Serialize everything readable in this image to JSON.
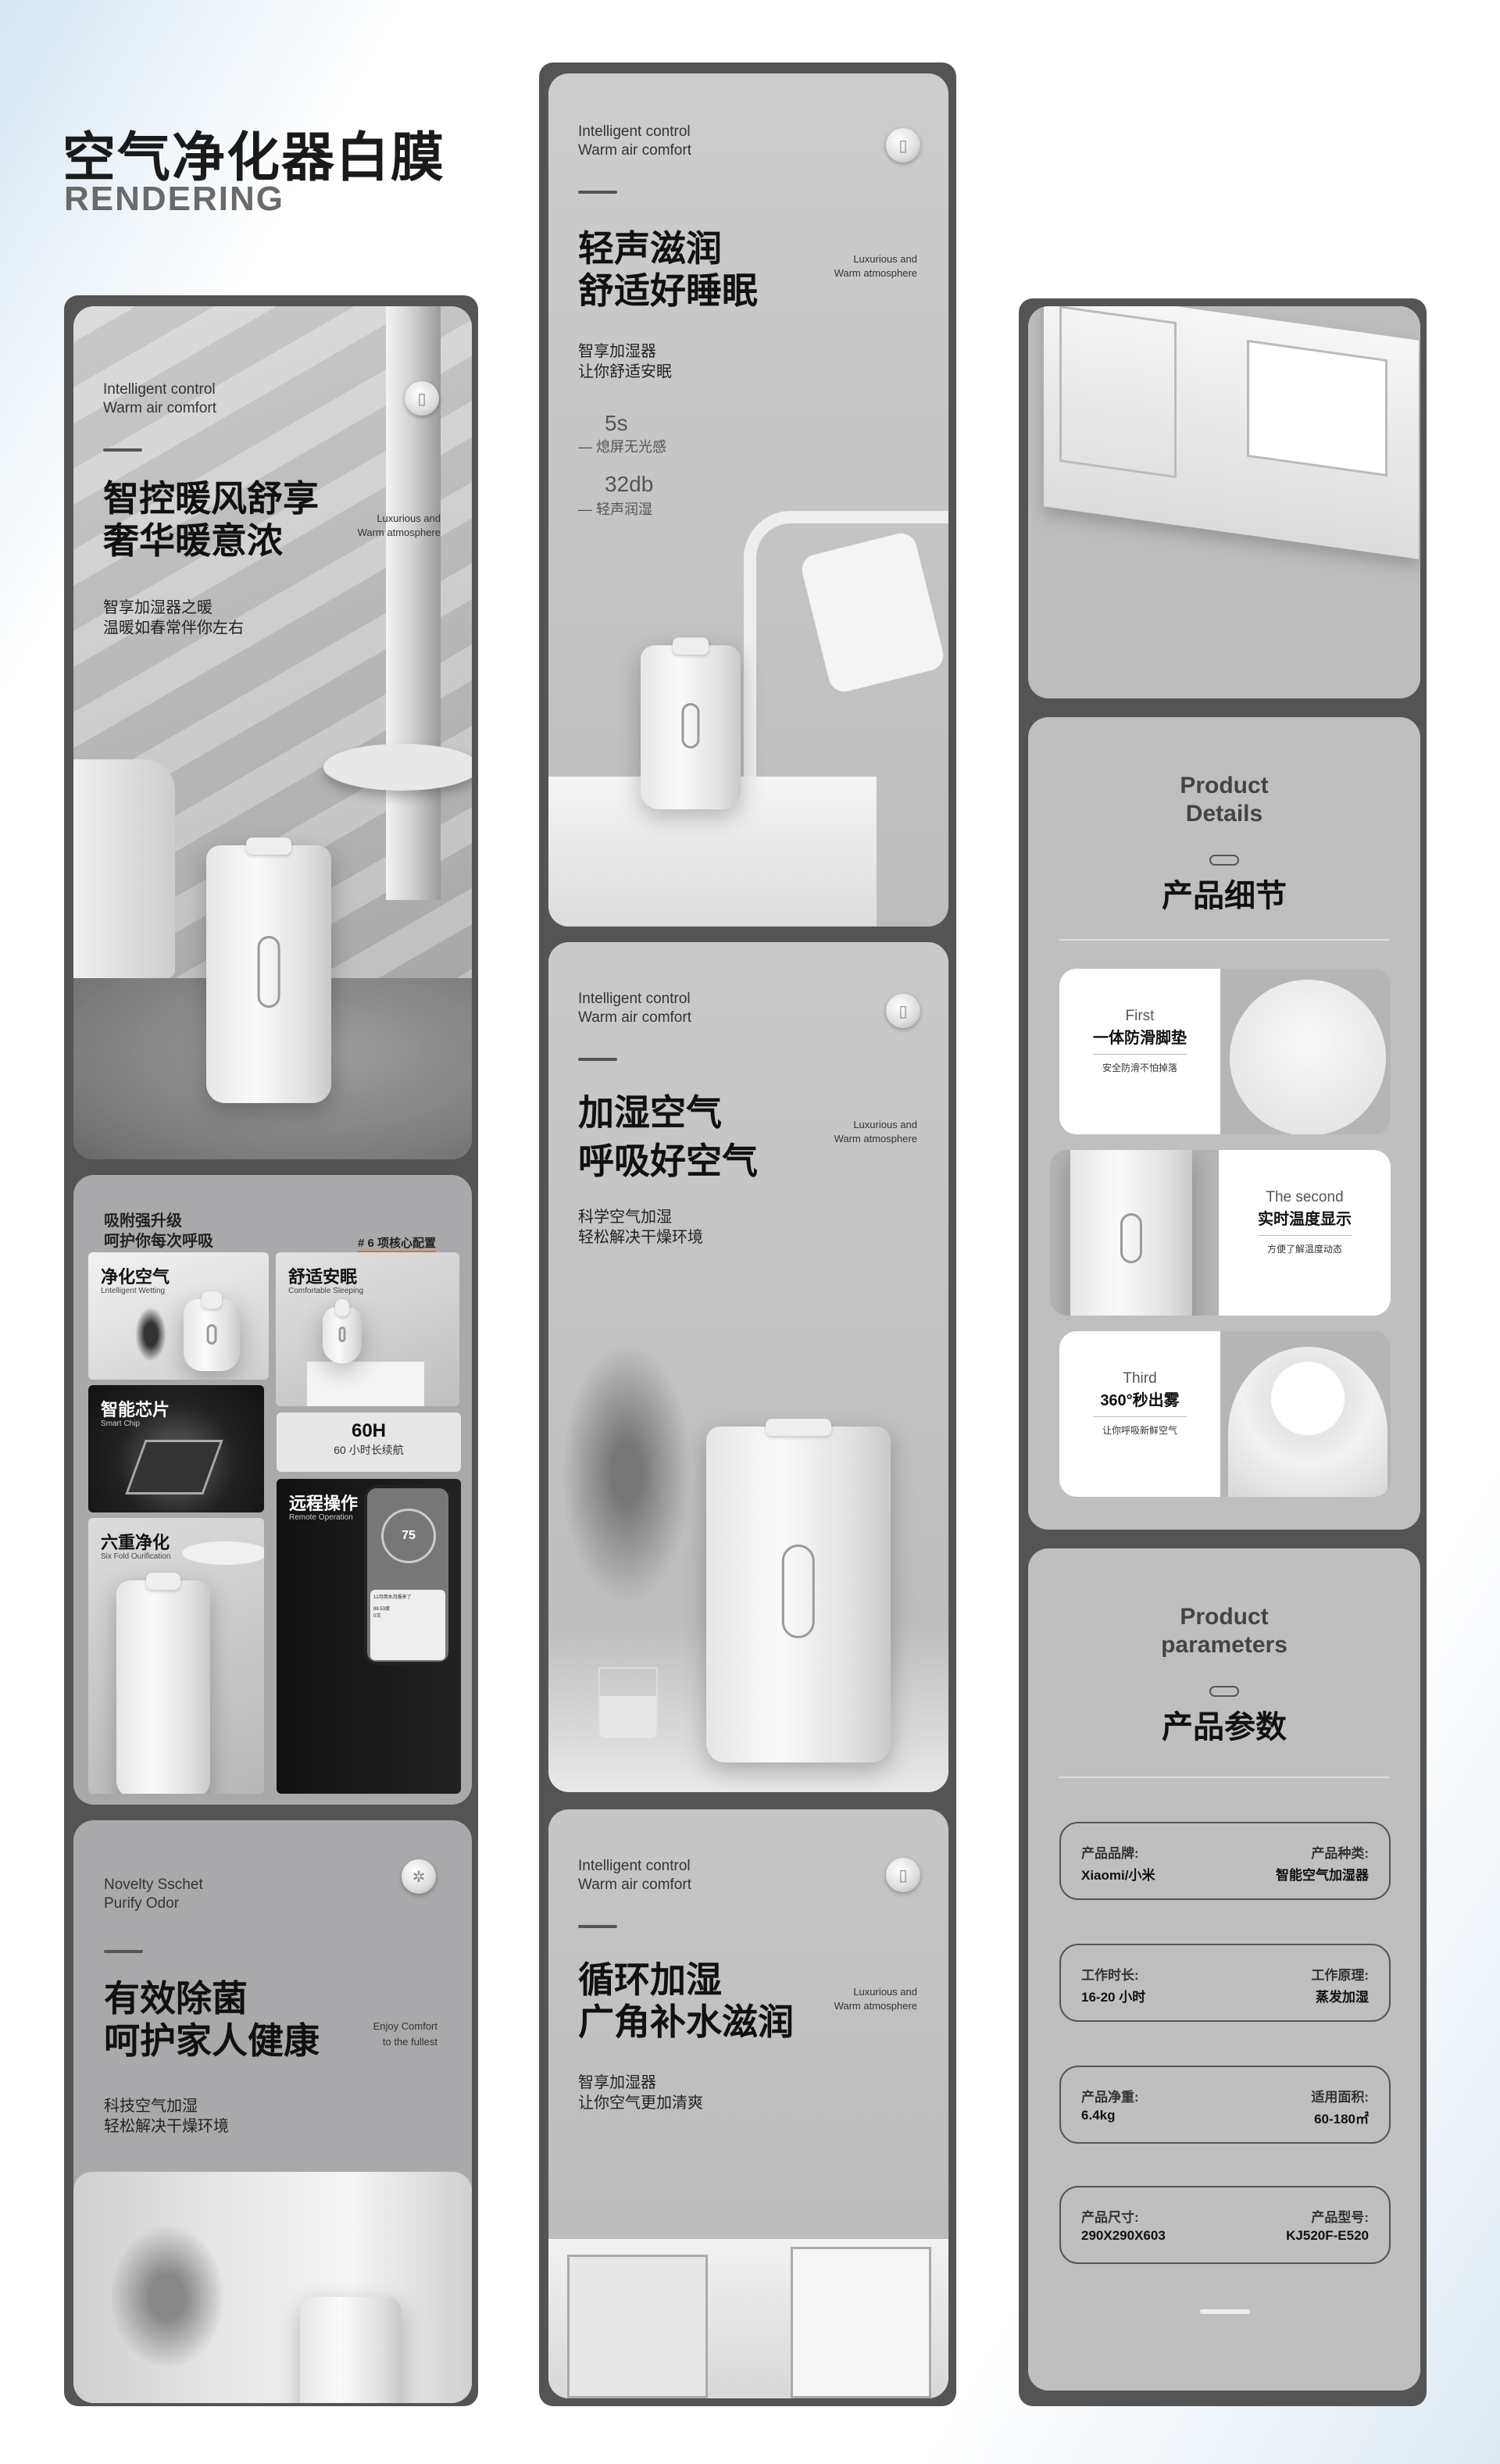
{
  "header": {
    "title": "空气净化器白膜",
    "subtitle": "RENDERING"
  },
  "left": {
    "hero": {
      "en1": "Intelligent  control",
      "en2": "Warm air comfort",
      "title1": "智控暖风舒享",
      "title2": "奢华暖意浓",
      "sub1": "智享加湿器之暖",
      "sub2": "温暖如春常伴你左右",
      "lux1": "Luxurious and",
      "lux2": "Warm atmosphere",
      "icon": "humidifier-badge-icon"
    },
    "grid": {
      "head1": "吸附强升级",
      "head2": "呵护你每次呼吸",
      "tag": "# 6 项核心配置",
      "tag_color": "#c87a3a",
      "tiles": [
        {
          "cn": "净化空气",
          "en": "Lntelligent Wetting"
        },
        {
          "cn": "舒适安眠",
          "en": "Comfortable Sleeping"
        },
        {
          "cn": "智能芯片",
          "en": "Smart Chip"
        },
        {
          "cn": "60H",
          "en": "60 小时长续航"
        },
        {
          "cn": "远程操作",
          "en": "Remote Operation"
        },
        {
          "cn": "六重净化",
          "en": "Six Fold Ourification"
        }
      ],
      "phone": {
        "temp": "75",
        "notice": "12月用水月报来了",
        "usage": "88.53度",
        "count": "0次"
      }
    },
    "sterilize": {
      "en1": "Novelty Sschet",
      "en2": "Purify Odor",
      "title1": "有效除菌",
      "title2": "呵护家人健康",
      "sub1": "科技空气加湿",
      "sub2": "轻松解决干燥环境",
      "lux1": "Enjoy Comfort",
      "lux2": "to the fullest",
      "icon": "virus-badge-icon"
    }
  },
  "middle": [
    {
      "en1": "Intelligent  control",
      "en2": "Warm air comfort",
      "title1": "轻声滋润",
      "title2": "舒适好睡眠",
      "sub1": "智享加湿器",
      "sub2": "让你舒适安眠",
      "lux1": "Luxurious and",
      "lux2": "Warm atmosphere",
      "stats": [
        {
          "value": "5s",
          "label": "熄屏无光感"
        },
        {
          "value": "32db",
          "label": "轻声润湿"
        }
      ]
    },
    {
      "en1": "Intelligent  control",
      "en2": "Warm air comfort",
      "title1": "加湿空气",
      "title2": "呼吸好空气",
      "sub1": "科学空气加湿",
      "sub2": "轻松解决干燥环境",
      "lux1": "Luxurious and",
      "lux2": "Warm atmosphere"
    },
    {
      "en1": "Intelligent  control",
      "en2": "Warm air comfort",
      "title1": "循环加湿",
      "title2": "广角补水滋润",
      "sub1": "智享加湿器",
      "sub2": "让你空气更加清爽",
      "lux1": "Luxurious and",
      "lux2": "Warm atmosphere"
    }
  ],
  "right": {
    "details": {
      "en1": "Product",
      "en2": "Details",
      "cn": "产品细节",
      "cards": [
        {
          "en": "First",
          "cn": "一体防滑脚垫",
          "sub": "安全防滑不怕掉落"
        },
        {
          "en": "The second",
          "cn": "实时温度显示",
          "sub": "方便了解温度动态"
        },
        {
          "en": "Third",
          "cn": "360°秒出雾",
          "sub": "让你呼吸新鲜空气"
        }
      ]
    },
    "params": {
      "en1": "Product",
      "en2": "parameters",
      "cn": "产品参数",
      "rows": [
        {
          "k1": "产品品牌:",
          "v1": "Xiaomi/小米",
          "k2": "产品种类:",
          "v2": "智能空气加湿器"
        },
        {
          "k1": "工作时长:",
          "v1": "16-20 小时",
          "k2": "工作原理:",
          "v2": "蒸发加湿"
        },
        {
          "k1": "产品净重:",
          "v1": "6.4kg",
          "k2": "适用面积:",
          "v2": "60-180㎡"
        },
        {
          "k1": "产品尺寸:",
          "v1": "290X290X603",
          "k2": "产品型号:",
          "v2": "KJ520F-E520"
        }
      ]
    }
  }
}
